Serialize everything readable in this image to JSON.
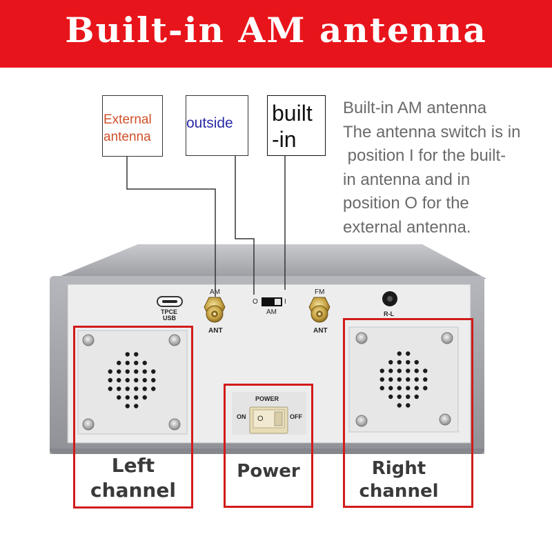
{
  "banner": {
    "title": "Built-in AM antenna",
    "color": "#e8141b"
  },
  "labels": {
    "external": {
      "line1": "External",
      "line2": "antenna",
      "color": "#d0502a"
    },
    "outside": {
      "text": "outside",
      "color": "#2a2aa8"
    },
    "builtin": {
      "line1": "built",
      "line2": "-in",
      "color": "#111111"
    }
  },
  "description": {
    "lines": [
      "Built-in AM antenna",
      "The antenna switch is in",
      " position I for the built-",
      "in antenna and in",
      "position O for the",
      "external antenna."
    ]
  },
  "panel": {
    "usb_label_1": "TPCE",
    "usb_label_2": "USB",
    "am_top": "AM",
    "am_bottom": "ANT",
    "switch_o": "O",
    "switch_i": "I",
    "switch_label": "AM",
    "fm_top": "FM",
    "fm_bottom": "ANT",
    "rl": "R-L",
    "power_label": "POWER",
    "power_on": "ON",
    "power_off": "OFF",
    "power_switch_o": "O"
  },
  "callouts": {
    "left": {
      "line1": "Left",
      "line2": "channel"
    },
    "power": {
      "text": "Power"
    },
    "right": {
      "line1": "Right",
      "line2": "channel"
    }
  }
}
